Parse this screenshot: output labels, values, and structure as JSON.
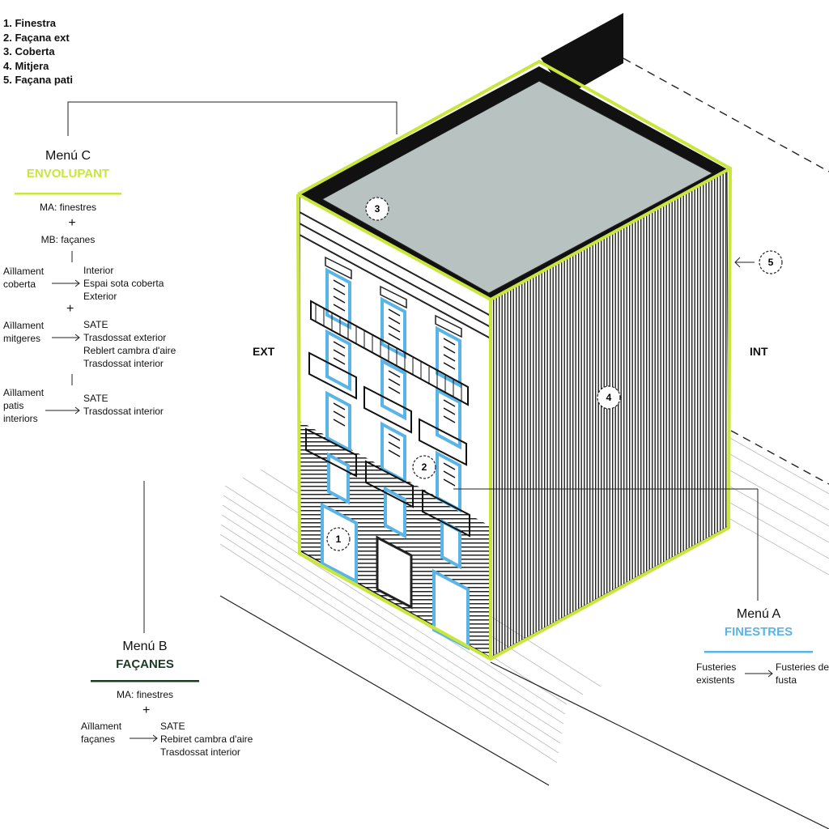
{
  "legend": [
    "1. Finestra",
    "2. Façana ext",
    "3. Coberta",
    "4. Mitjera",
    "5. Façana pati"
  ],
  "sides": {
    "ext": "EXT",
    "int": "INT"
  },
  "markers": [
    "1",
    "2",
    "3",
    "4",
    "5"
  ],
  "menu_c": {
    "title": "Menú C",
    "subtitle": "ENVOLUPANT",
    "ma": "MA: finestres",
    "plus": "+",
    "mb": "MB: façanes",
    "rows": [
      {
        "label": [
          "Aïllament",
          "coberta"
        ],
        "options": [
          "Interior",
          "Espai sota coberta",
          "Exterior"
        ]
      },
      {
        "label": [
          "Aïllament",
          "mitgeres"
        ],
        "options": [
          "SATE",
          "Trasdossat exterior",
          "Reblert cambra d'aire",
          "Trasdossat interior"
        ]
      },
      {
        "label": [
          "Aïllament",
          "patis",
          "interiors"
        ],
        "options": [
          "SATE",
          "Trasdossat interior"
        ]
      }
    ]
  },
  "menu_b": {
    "title": "Menú B",
    "subtitle": "FAÇANES",
    "ma": "MA: finestres",
    "plus": "+",
    "label": [
      "Aïllament",
      "façanes"
    ],
    "options": [
      "SATE",
      "Rebiret cambra d'aire",
      "Trasdossat interior"
    ]
  },
  "menu_a": {
    "title": "Menú A",
    "subtitle": "FINESTRES",
    "label": [
      "Fusteries",
      "existents"
    ],
    "options": [
      "Fusteries de",
      "fusta"
    ]
  },
  "colors": {
    "green": "#c8e63c",
    "blue": "#5ab4e6",
    "dark_green": "#1c3a26",
    "roof": "#b8c3c1"
  }
}
